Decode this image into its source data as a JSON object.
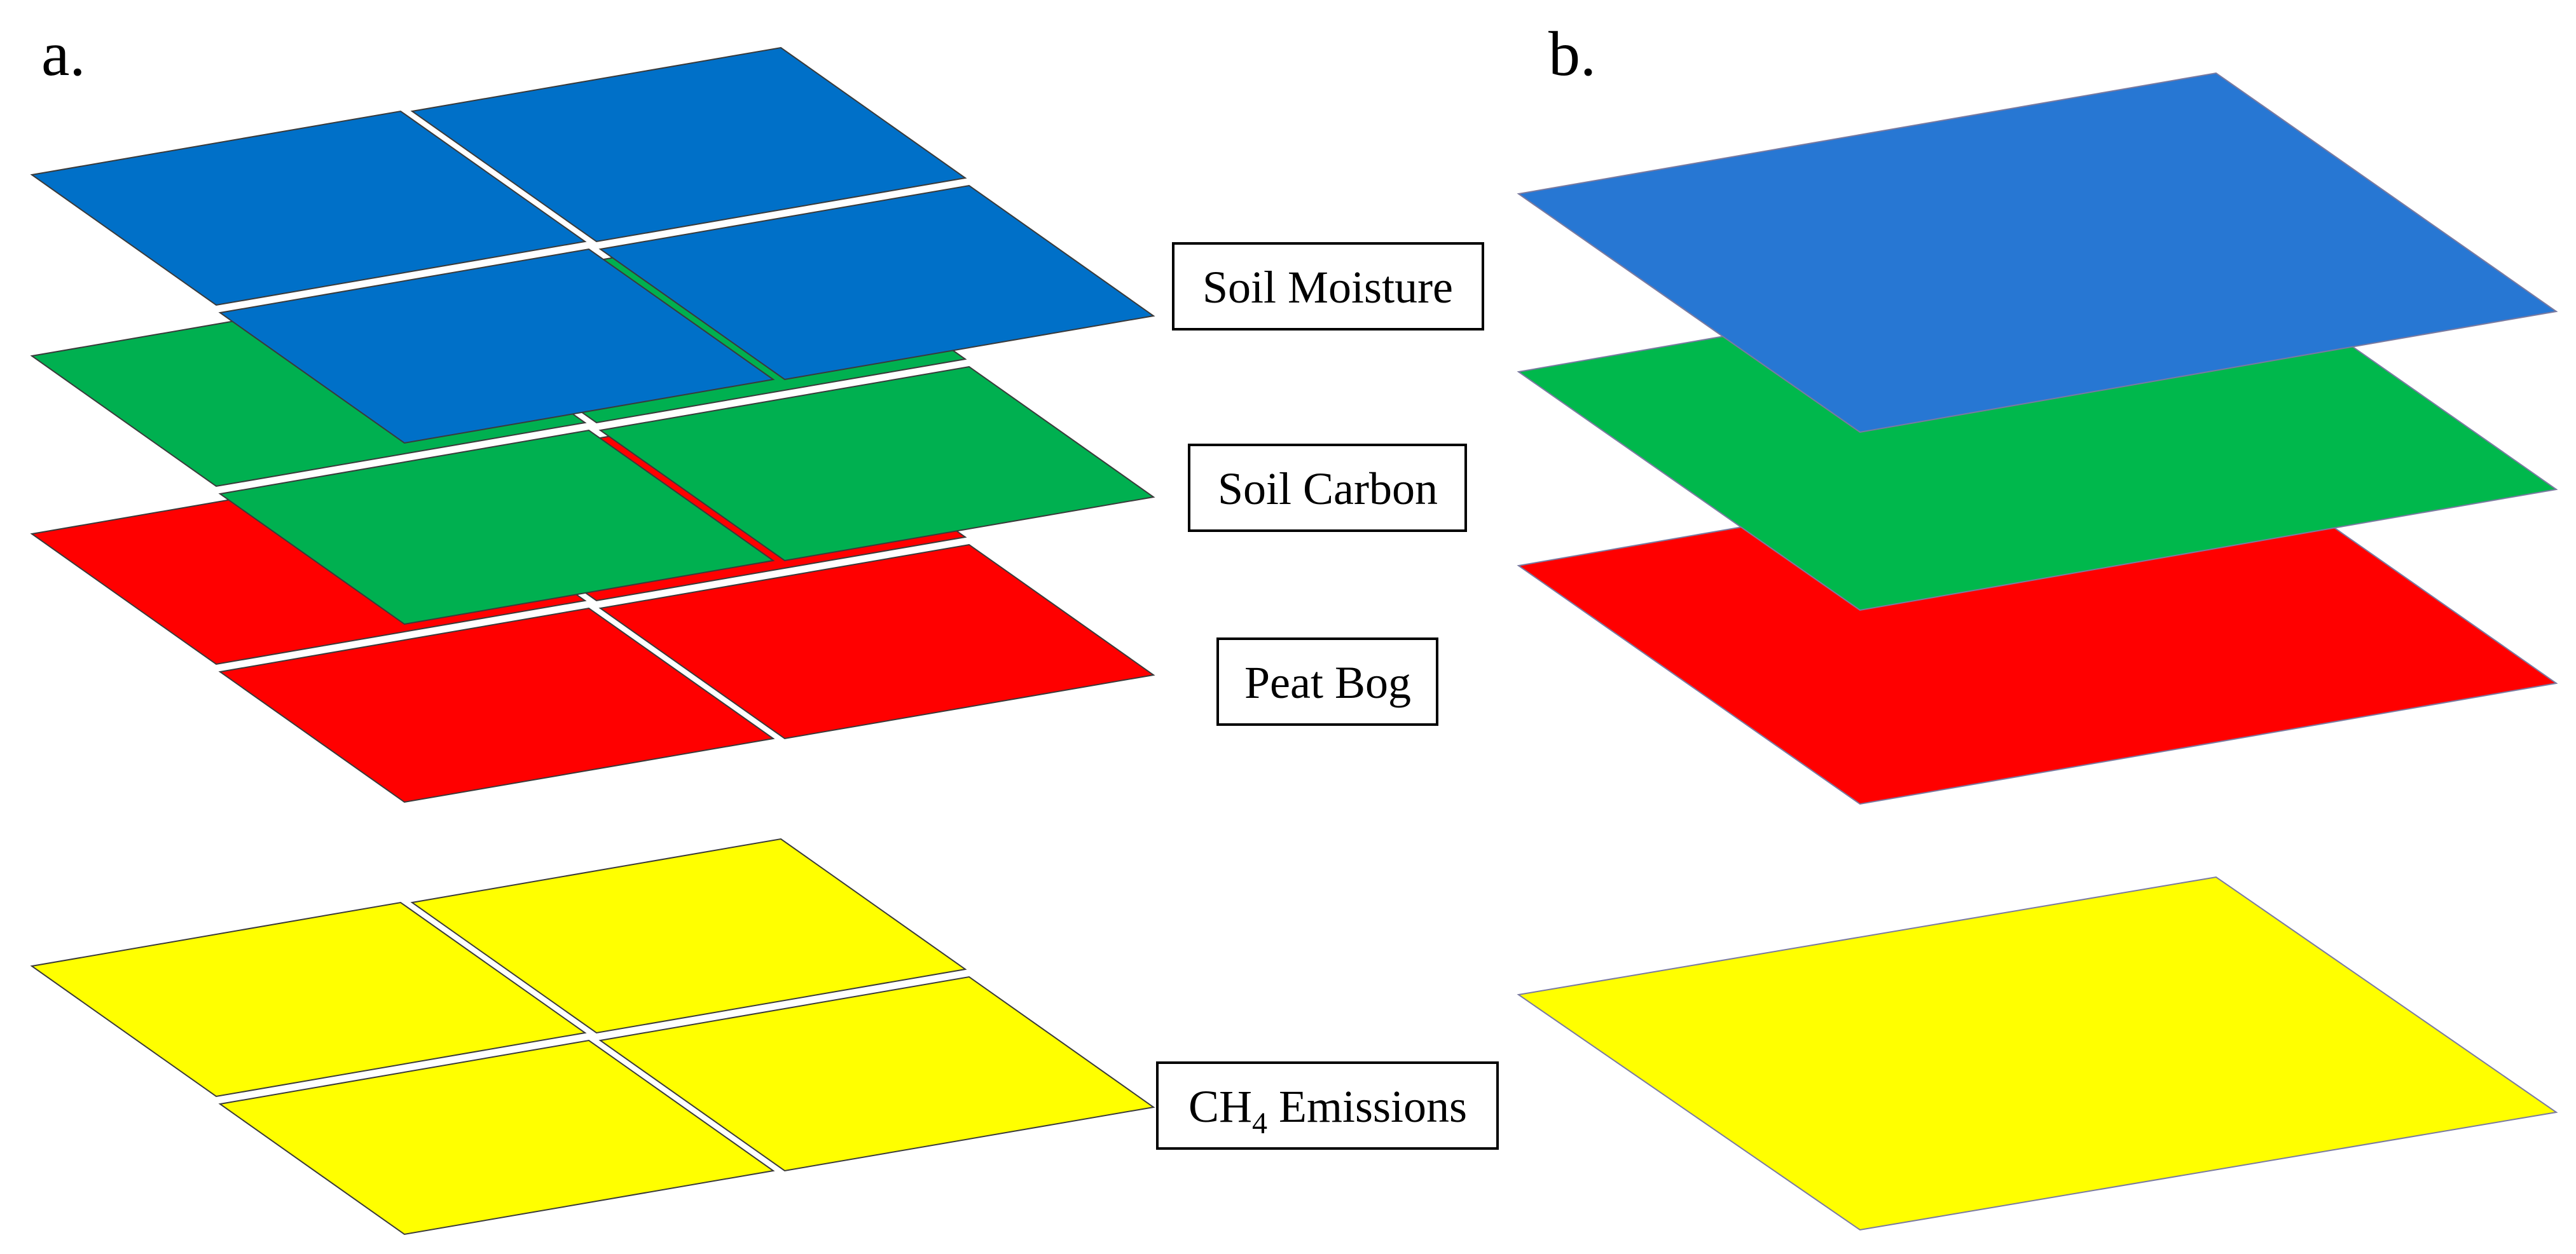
{
  "panels": [
    {
      "id": "a",
      "label": "a.",
      "style": "grid of 4 tiles per layer"
    },
    {
      "id": "b",
      "label": "b.",
      "style": "single tile per layer"
    }
  ],
  "layers": [
    {
      "id": "soil-moisture",
      "label": "Soil Moisture",
      "color": "#0070c8",
      "color_b": "#2777d3"
    },
    {
      "id": "soil-carbon",
      "label": "Soil Carbon",
      "color": "#00b050",
      "color_b": "#00b84c"
    },
    {
      "id": "peat-bog",
      "label": "Peat Bog",
      "color": "#ff0000",
      "color_b": "#ff0000"
    },
    {
      "id": "ch4-emissions",
      "label_main": "CH",
      "label_sub": "4",
      "label_rest": " Emissions",
      "color": "#ffff00",
      "color_b": "#ffff00"
    }
  ]
}
